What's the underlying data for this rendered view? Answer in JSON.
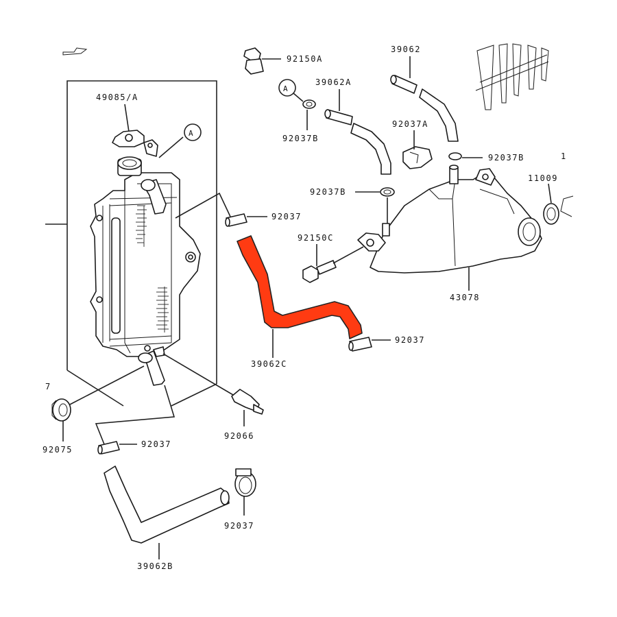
{
  "labels": {
    "cap_part": "49085/A",
    "bolt_top": "92150A",
    "hose_top_right": "39062",
    "hose_small": "39062A",
    "clamp_small": "92037B",
    "clip": "92037A",
    "clamp_tank": "92037B",
    "clamp_tank_b": "92037B",
    "part_11009": "11009",
    "part_11_partial": "1",
    "clamp_upper_hose": "92037",
    "bolt_tank": "92150C",
    "tank": "43078",
    "clamp_lower_red": "92037",
    "red_hose": "39062C",
    "sensor": "92066",
    "grommet_left_partial": "7",
    "grommet": "92075",
    "clamp_lower_hose": "92037",
    "clamp_bottom": "92037",
    "lower_hose": "39062B"
  },
  "markers": {
    "ref_a": "A"
  },
  "colors": {
    "highlight": "#ff3b12",
    "line": "#222222"
  }
}
